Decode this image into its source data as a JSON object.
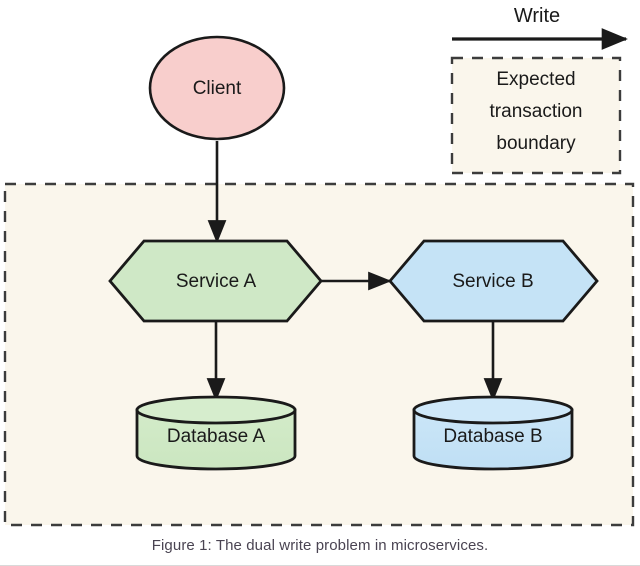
{
  "figure": {
    "caption": "Figure 1: The dual write problem in microservices.",
    "background_color": "#ffffff",
    "boundary_fill": "#faf6ec",
    "stroke_color": "#1a1a1a",
    "dash_color": "#3c3c3c"
  },
  "legend": {
    "arrow_label": "Write",
    "boundary_label_line1": "Expected",
    "boundary_label_line2": "transaction",
    "boundary_label_line3": "boundary"
  },
  "nodes": {
    "client": {
      "label": "Client",
      "shape": "ellipse",
      "fill": "#f8cecc",
      "stroke": "#1a1a1a"
    },
    "service_a": {
      "label": "Service A",
      "shape": "hexagon",
      "fill": "#cfe8c6",
      "stroke": "#1a1a1a"
    },
    "service_b": {
      "label": "Service B",
      "shape": "hexagon",
      "fill": "#c5e3f6",
      "stroke": "#1a1a1a"
    },
    "database_a": {
      "label": "Database A",
      "shape": "cylinder",
      "fill": "#cfe8c6",
      "stroke": "#1a1a1a"
    },
    "database_b": {
      "label": "Database B",
      "shape": "cylinder",
      "fill": "#c5e3f6",
      "stroke": "#1a1a1a"
    }
  },
  "edges": [
    {
      "from": "client",
      "to": "service_a",
      "direction": "down",
      "label": ""
    },
    {
      "from": "service_a",
      "to": "service_b",
      "direction": "right",
      "label": ""
    },
    {
      "from": "service_a",
      "to": "database_a",
      "direction": "down",
      "label": ""
    },
    {
      "from": "service_b",
      "to": "database_b",
      "direction": "down",
      "label": ""
    }
  ]
}
